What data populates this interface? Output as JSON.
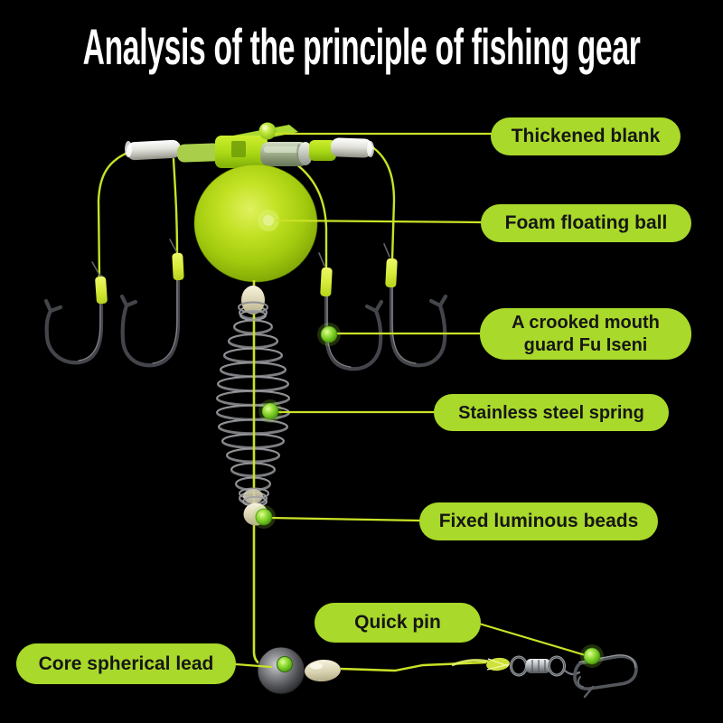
{
  "title": "Analysis of the principle of fishing gear",
  "labels": {
    "thickened_blank": "Thickened blank",
    "foam_floating_ball": "Foam floating ball",
    "crooked_mouth_line1": "A crooked mouth",
    "crooked_mouth_line2": "guard Fu Iseni",
    "stainless_steel_spring": "Stainless steel spring",
    "fixed_luminous_beads": "Fixed luminous beads",
    "quick_pin": "Quick pin",
    "core_spherical_lead": "Core spherical lead"
  },
  "colors": {
    "background": "#000000",
    "title_text": "#ffffff",
    "label_fill": "#a9d92a",
    "label_text": "#161616",
    "leader_line": "#c9e226",
    "marker_green": "#7ccc1c",
    "rig_line_yellow": "#c9e226",
    "hook_metal": "#43454a",
    "spring_metal": "#85868b",
    "ivory_bead": "#e9e4c4",
    "foam_ball_green": "#b6d71a"
  },
  "diagram_parts": [
    "thickened-blank-crossbar",
    "foam-floating-ball",
    "fishing-hooks",
    "stainless-steel-spring",
    "fixed-luminous-beads",
    "core-spherical-lead",
    "barrel-swivel",
    "quick-pin-snap"
  ]
}
